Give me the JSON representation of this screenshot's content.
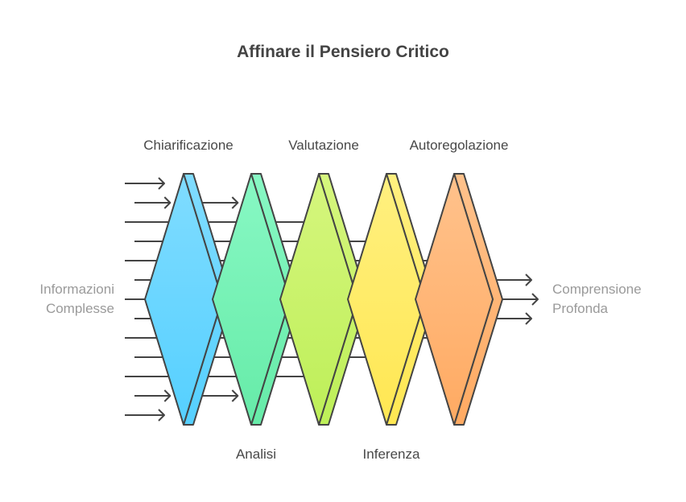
{
  "title": "Affinare il Pensiero Critico",
  "input_label": [
    "Informazioni",
    "Complesse"
  ],
  "output_label": [
    "Comprensione",
    "Profonda"
  ],
  "stages": [
    {
      "label": "Chiarificazione",
      "position": "top",
      "color_top": "#80dcff",
      "color_bottom": "#55d0ff"
    },
    {
      "label": "Analisi",
      "position": "bottom",
      "color_top": "#88f8c4",
      "color_bottom": "#66eba8"
    },
    {
      "label": "Valutazione",
      "position": "top",
      "color_top": "#d6f67e",
      "color_bottom": "#bdef58"
    },
    {
      "label": "Inferenza",
      "position": "bottom",
      "color_top": "#fff080",
      "color_bottom": "#ffe752"
    },
    {
      "label": "Autoregolazione",
      "position": "top",
      "color_top": "#ffc28c",
      "color_bottom": "#ffaa62"
    }
  ],
  "arrow_counts": [
    13,
    11,
    9,
    7,
    5,
    3
  ],
  "stroke_color": "#444444"
}
